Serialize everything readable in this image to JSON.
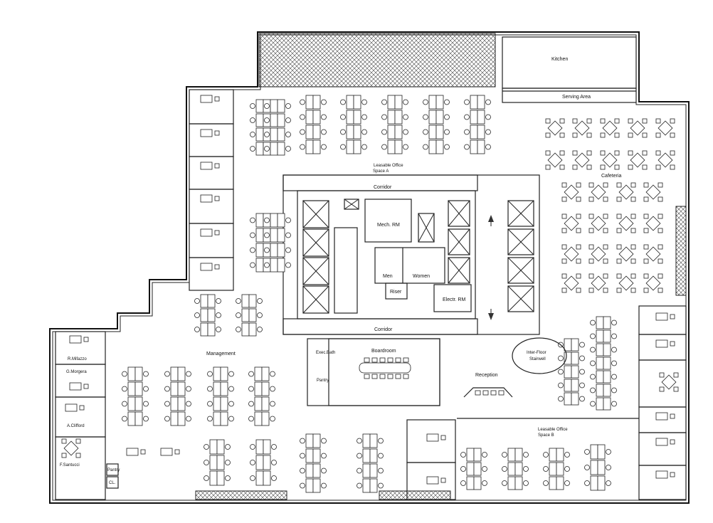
{
  "rooms": {
    "kitchen": "Kitchen",
    "serving_area": "Serving Area",
    "leasable_a": [
      "Leasable Office",
      "Space A"
    ],
    "cafeteria": "Cafeteria",
    "corridor_top": "Corridor",
    "corridor_bottom": "Corridor",
    "mech_rm": "Mech. RM",
    "men": "Men",
    "women": "Women",
    "riser": "Riser",
    "electr_rm": "Electr. RM",
    "management": "Management",
    "exec_bath": "Exec.Bath",
    "pantry": "Pantry",
    "boardroom": "Boardroom",
    "reception": "Reception",
    "stairwell": [
      "Inter-Floor",
      "Stairwell"
    ],
    "leasable_b": [
      "Leasable Office",
      "Space B"
    ],
    "office_mifazzo": "R.Mifazzo",
    "office_morgera": "G.Morgera",
    "office_clifford": "A.Clifford",
    "office_santucci": "F.Santucci",
    "pantry_small": "Pantry",
    "closet": "CL."
  }
}
